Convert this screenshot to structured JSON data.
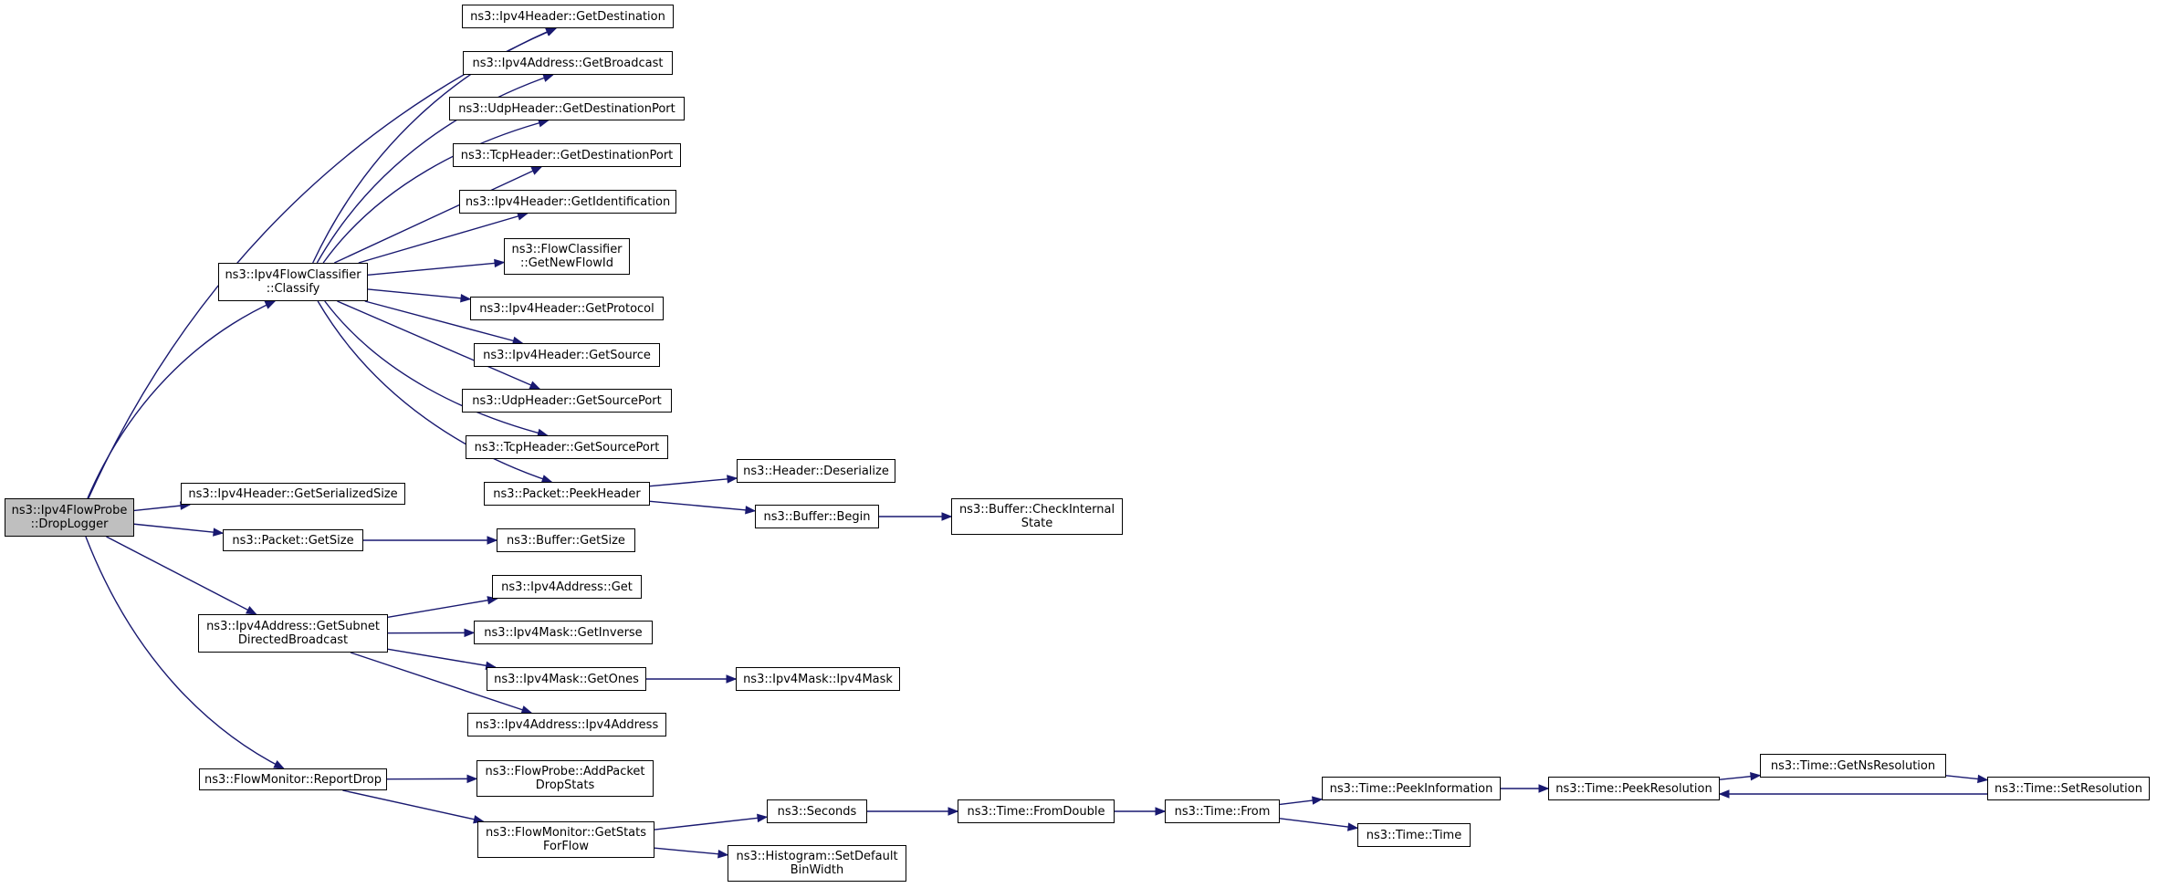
{
  "graph": {
    "colors": {
      "edge": "#191970",
      "root_fill": "#bfbfbf",
      "node_fill": "#ffffff",
      "border": "#000000"
    },
    "nodes": [
      {
        "id": "root",
        "lines": [
          "ns3::Ipv4FlowProbe",
          "::DropLogger"
        ],
        "root": true
      },
      {
        "id": "classify",
        "lines": [
          "ns3::Ipv4FlowClassifier",
          "::Classify"
        ]
      },
      {
        "id": "getSerSize",
        "lines": [
          "ns3::Ipv4Header::GetSerializedSize"
        ]
      },
      {
        "id": "pktGetSize",
        "lines": [
          "ns3::Packet::GetSize"
        ]
      },
      {
        "id": "getSubnet",
        "lines": [
          "ns3::Ipv4Address::GetSubnet",
          "DirectedBroadcast"
        ]
      },
      {
        "id": "reportDrop",
        "lines": [
          "ns3::FlowMonitor::ReportDrop"
        ]
      },
      {
        "id": "getDest",
        "lines": [
          "ns3::Ipv4Header::GetDestination"
        ]
      },
      {
        "id": "getBroadcast",
        "lines": [
          "ns3::Ipv4Address::GetBroadcast"
        ]
      },
      {
        "id": "udpDestPort",
        "lines": [
          "ns3::UdpHeader::GetDestinationPort"
        ]
      },
      {
        "id": "tcpDestPort",
        "lines": [
          "ns3::TcpHeader::GetDestinationPort"
        ]
      },
      {
        "id": "getIdent",
        "lines": [
          "ns3::Ipv4Header::GetIdentification"
        ]
      },
      {
        "id": "newFlowId",
        "lines": [
          "ns3::FlowClassifier",
          "::GetNewFlowId"
        ]
      },
      {
        "id": "getProto",
        "lines": [
          "ns3::Ipv4Header::GetProtocol"
        ]
      },
      {
        "id": "getSource",
        "lines": [
          "ns3::Ipv4Header::GetSource"
        ]
      },
      {
        "id": "udpSrcPort",
        "lines": [
          "ns3::UdpHeader::GetSourcePort"
        ]
      },
      {
        "id": "tcpSrcPort",
        "lines": [
          "ns3::TcpHeader::GetSourcePort"
        ]
      },
      {
        "id": "peekHeader",
        "lines": [
          "ns3::Packet::PeekHeader"
        ]
      },
      {
        "id": "deserialize",
        "lines": [
          "ns3::Header::Deserialize"
        ]
      },
      {
        "id": "bufBegin",
        "lines": [
          "ns3::Buffer::Begin"
        ]
      },
      {
        "id": "checkInternal",
        "lines": [
          "ns3::Buffer::CheckInternal",
          "State"
        ]
      },
      {
        "id": "bufGetSize",
        "lines": [
          "ns3::Buffer::GetSize"
        ]
      },
      {
        "id": "addrGet",
        "lines": [
          "ns3::Ipv4Address::Get"
        ]
      },
      {
        "id": "maskInverse",
        "lines": [
          "ns3::Ipv4Mask::GetInverse"
        ]
      },
      {
        "id": "maskOnes",
        "lines": [
          "ns3::Ipv4Mask::GetOnes"
        ]
      },
      {
        "id": "maskCtor",
        "lines": [
          "ns3::Ipv4Mask::Ipv4Mask"
        ]
      },
      {
        "id": "addrCtor",
        "lines": [
          "ns3::Ipv4Address::Ipv4Address"
        ]
      },
      {
        "id": "addPacketDrop",
        "lines": [
          "ns3::FlowProbe::AddPacket",
          "DropStats"
        ]
      },
      {
        "id": "getStatsForFlow",
        "lines": [
          "ns3::FlowMonitor::GetStats",
          "ForFlow"
        ]
      },
      {
        "id": "seconds",
        "lines": [
          "ns3::Seconds"
        ]
      },
      {
        "id": "setDefaultBin",
        "lines": [
          "ns3::Histogram::SetDefault",
          "BinWidth"
        ]
      },
      {
        "id": "fromDouble",
        "lines": [
          "ns3::Time::FromDouble"
        ]
      },
      {
        "id": "timeFrom",
        "lines": [
          "ns3::Time::From"
        ]
      },
      {
        "id": "peekInfo",
        "lines": [
          "ns3::Time::PeekInformation"
        ]
      },
      {
        "id": "timeCtor",
        "lines": [
          "ns3::Time::Time"
        ]
      },
      {
        "id": "peekRes",
        "lines": [
          "ns3::Time::PeekResolution"
        ]
      },
      {
        "id": "getNsRes",
        "lines": [
          "ns3::Time::GetNsResolution"
        ]
      },
      {
        "id": "setRes",
        "lines": [
          "ns3::Time::SetResolution"
        ]
      }
    ],
    "edges": [
      [
        "root",
        "getDest"
      ],
      [
        "root",
        "classify"
      ],
      [
        "root",
        "getSerSize"
      ],
      [
        "root",
        "pktGetSize"
      ],
      [
        "root",
        "getSubnet"
      ],
      [
        "root",
        "reportDrop"
      ],
      [
        "classify",
        "getDest"
      ],
      [
        "classify",
        "getBroadcast"
      ],
      [
        "classify",
        "udpDestPort"
      ],
      [
        "classify",
        "tcpDestPort"
      ],
      [
        "classify",
        "getIdent"
      ],
      [
        "classify",
        "newFlowId"
      ],
      [
        "classify",
        "getProto"
      ],
      [
        "classify",
        "getSource"
      ],
      [
        "classify",
        "udpSrcPort"
      ],
      [
        "classify",
        "tcpSrcPort"
      ],
      [
        "classify",
        "peekHeader"
      ],
      [
        "peekHeader",
        "deserialize"
      ],
      [
        "peekHeader",
        "bufBegin"
      ],
      [
        "bufBegin",
        "checkInternal"
      ],
      [
        "pktGetSize",
        "bufGetSize"
      ],
      [
        "getSubnet",
        "addrGet"
      ],
      [
        "getSubnet",
        "maskInverse"
      ],
      [
        "getSubnet",
        "maskOnes"
      ],
      [
        "getSubnet",
        "addrCtor"
      ],
      [
        "maskOnes",
        "maskCtor"
      ],
      [
        "reportDrop",
        "addPacketDrop"
      ],
      [
        "reportDrop",
        "getStatsForFlow"
      ],
      [
        "getStatsForFlow",
        "seconds"
      ],
      [
        "getStatsForFlow",
        "setDefaultBin"
      ],
      [
        "seconds",
        "fromDouble"
      ],
      [
        "fromDouble",
        "timeFrom"
      ],
      [
        "timeFrom",
        "peekInfo"
      ],
      [
        "timeFrom",
        "timeCtor"
      ],
      [
        "peekInfo",
        "peekRes"
      ],
      [
        "peekRes",
        "getNsRes"
      ],
      [
        "getNsRes",
        "setRes"
      ],
      [
        "setRes",
        "peekRes"
      ]
    ]
  }
}
